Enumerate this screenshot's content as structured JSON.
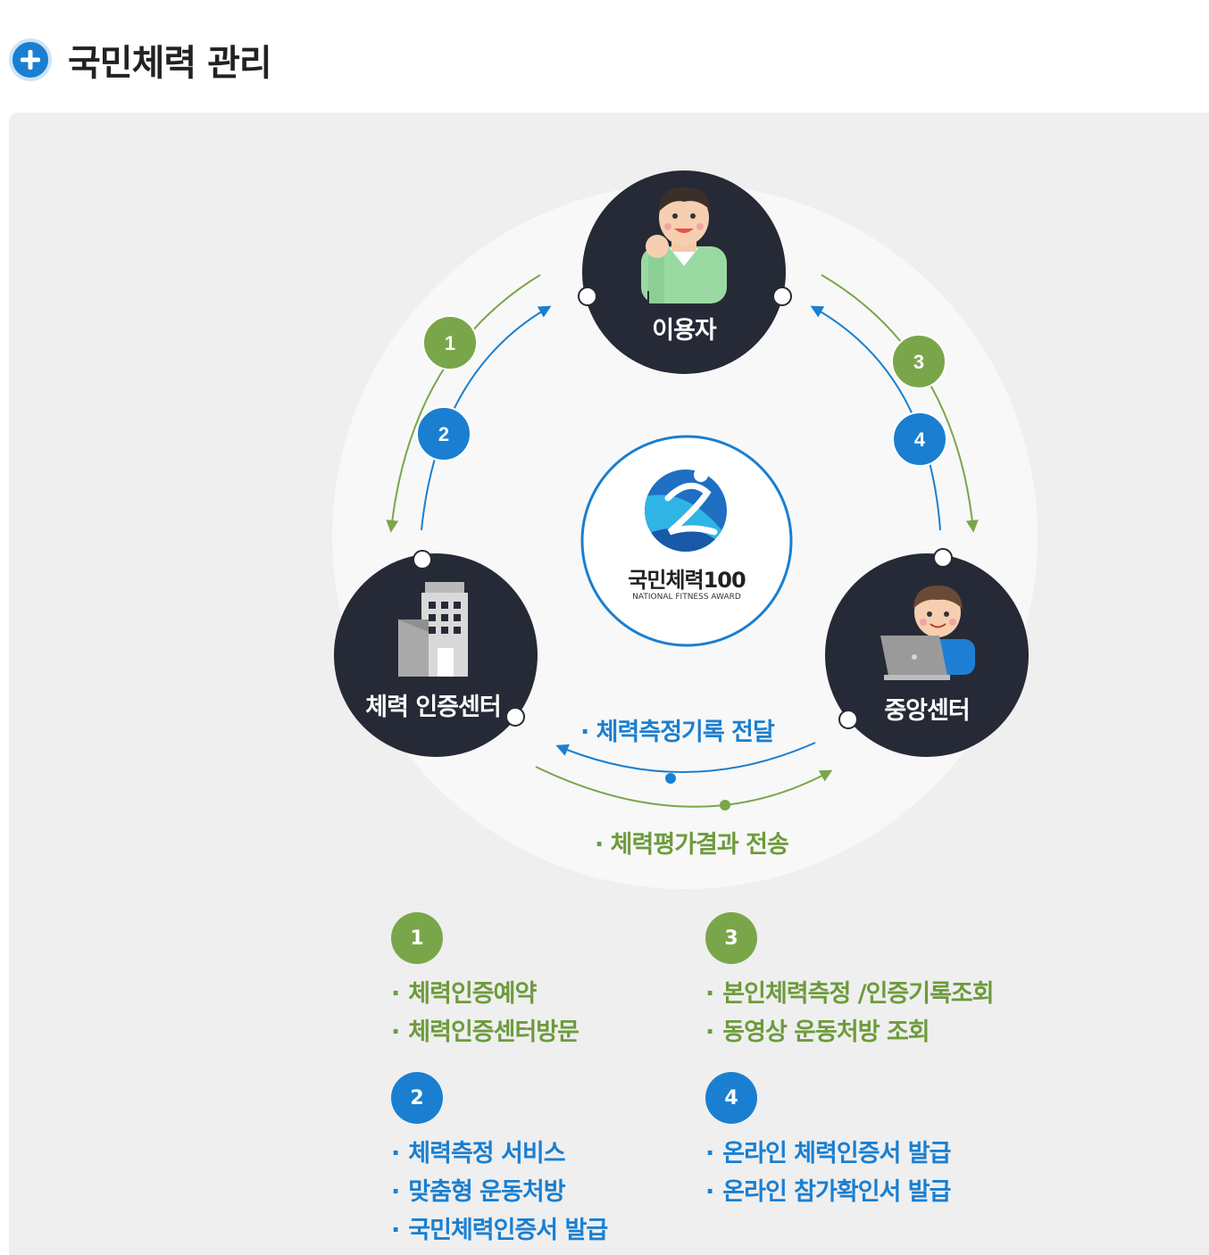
{
  "header": {
    "icon": "plus-icon",
    "title": "국민체력 관리"
  },
  "diagram": {
    "nodes": {
      "user": {
        "label": "이용자",
        "icon": "user-fist-icon"
      },
      "certification_center": {
        "label": "체력 인증센터",
        "icon": "building-icon"
      },
      "central_center": {
        "label": "중앙센터",
        "icon": "laptop-user-icon"
      }
    },
    "steps": [
      "1",
      "2",
      "3",
      "4"
    ],
    "center_logo": {
      "icon": "national-fitness-logo-icon",
      "name": "국민체력100",
      "subtitle": "NATIONAL FITNESS AWARD"
    },
    "flows": {
      "record_transfer": "체력측정기록 전달",
      "result_transfer": "체력평가결과 전송"
    },
    "colors": {
      "node": "#262a36",
      "green": "#7aa64a",
      "blue": "#1a7fd0",
      "panel": "#efefef",
      "ring": "#f8f8f8"
    }
  },
  "legend": [
    {
      "number": "1",
      "color": "green",
      "items": [
        "체력인증예약",
        "체력인증센터방문"
      ]
    },
    {
      "number": "2",
      "color": "blue",
      "items": [
        "체력측정 서비스",
        "맞춤형 운동처방",
        "국민체력인증서 발급"
      ]
    },
    {
      "number": "3",
      "color": "green",
      "items": [
        "본인체력측정 /인증기록조회",
        "동영상 운동처방 조회"
      ]
    },
    {
      "number": "4",
      "color": "blue",
      "items": [
        "온라인 체력인증서 발급",
        "온라인 참가확인서 발급"
      ]
    }
  ]
}
